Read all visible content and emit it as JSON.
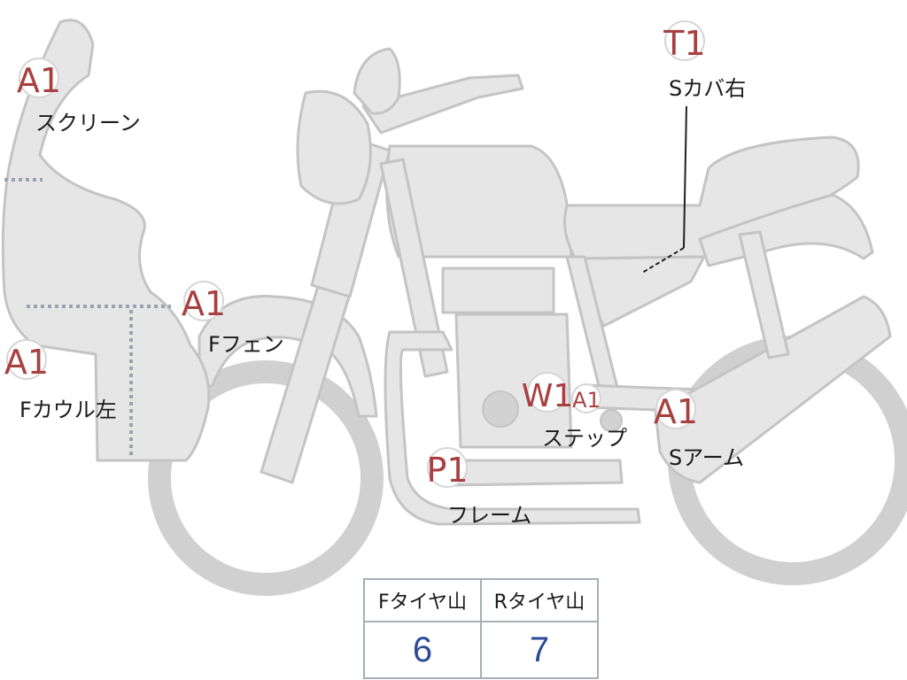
{
  "colors": {
    "part_fill": "#e6e6e6",
    "part_stroke": "#c4c4c4",
    "code": "#a84040",
    "label": "#1a1a1a",
    "tread_value": "#2a4a9a"
  },
  "callouts": [
    {
      "id": "screen",
      "code": "A1",
      "label": "スクリーン"
    },
    {
      "id": "fcowl",
      "code": "A1",
      "label": "Fカウル左"
    },
    {
      "id": "ffender",
      "code": "A1",
      "label": "Fフェン"
    },
    {
      "id": "frame",
      "code": "P1",
      "label": "フレーム"
    },
    {
      "id": "step",
      "code": "W1",
      "code2": "A1",
      "label": "ステップ"
    },
    {
      "id": "swingarm",
      "code": "A1",
      "label": "Sアーム"
    },
    {
      "id": "sidecover",
      "code": "T1",
      "label": "Sカバ右"
    }
  ],
  "tread_table": {
    "headers": [
      "Fタイヤ山",
      "Rタイヤ山"
    ],
    "values": [
      "6",
      "7"
    ]
  }
}
